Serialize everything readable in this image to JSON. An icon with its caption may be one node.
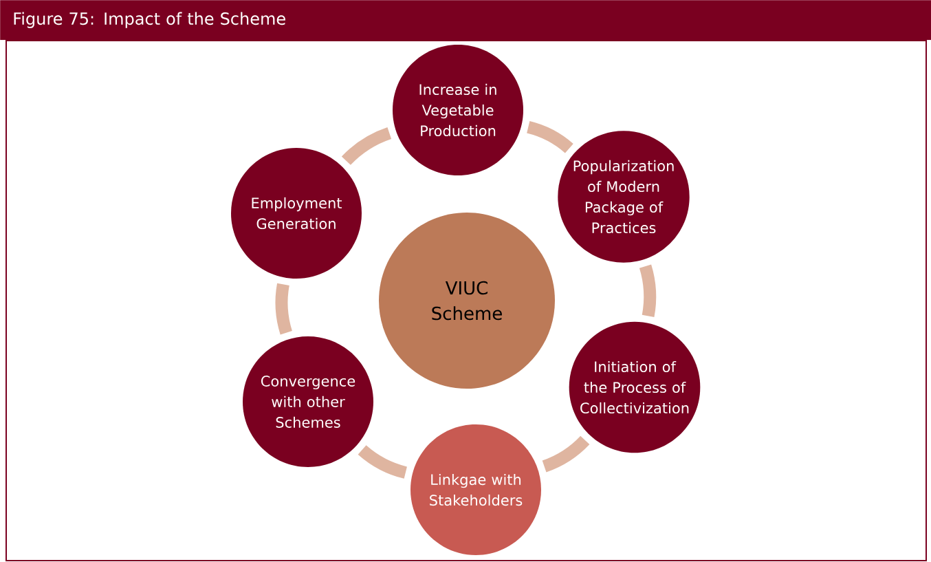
{
  "diagram": {
    "title": "Figure 75: Impact of the Scheme",
    "nodes": [
      {
        "text": [
          "VIUC Scheme"
        ]
      },
      {
        "text": [
          "Increase in Vegetable Production"
        ]
      },
      {
        "text": [
          "Popularization of Modern Package of Practices"
        ]
      },
      {
        "text": [
          "Initiation of the Process of Collectivization"
        ]
      },
      {
        "text": [
          "Linkgae with Stakeholders"
        ]
      },
      {
        "text": [
          "Convergence with other Schemes"
        ]
      },
      {
        "text": [
          "Employment Generation"
        ]
      }
    ],
    "edges": [
      {
        "from": 1,
        "to": 2,
        "arrow": "none"
      },
      {
        "from": 2,
        "to": 3,
        "arrow": "none"
      },
      {
        "from": 3,
        "to": 4,
        "arrow": "none"
      },
      {
        "from": 4,
        "to": 5,
        "arrow": "none"
      },
      {
        "from": 5,
        "to": 6,
        "arrow": "none"
      },
      {
        "from": 6,
        "to": 1,
        "arrow": "none"
      }
    ]
  }
}
